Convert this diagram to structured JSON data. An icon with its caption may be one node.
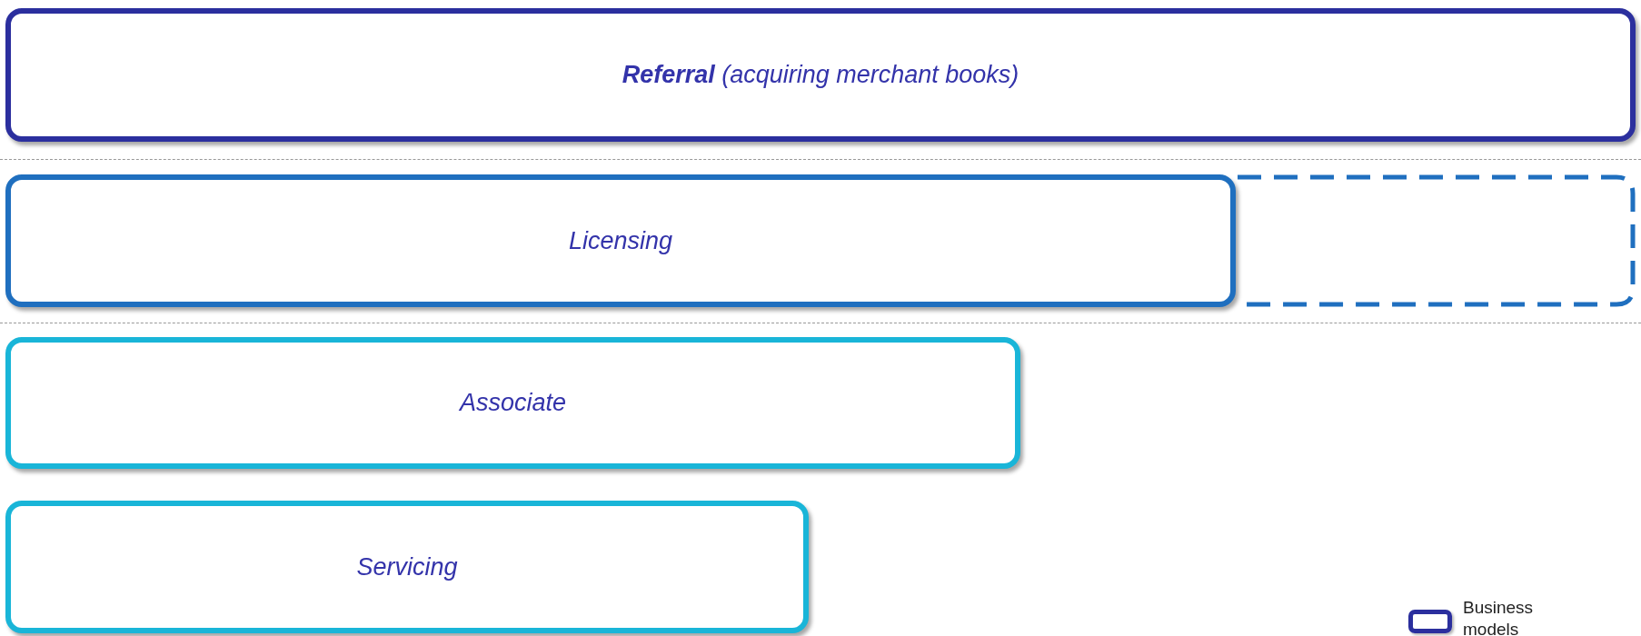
{
  "diagram": {
    "nodes": [
      {
        "text": [
          "**Referral** (acquiring merchant books)"
        ]
      },
      {
        "text": [
          "Licensing"
        ]
      },
      {
        "text": [],
        "shape": "box"
      },
      {
        "text": [
          "Associate"
        ]
      },
      {
        "text": [
          "Servicing"
        ]
      }
    ],
    "legend": [
      {
        "text": "Business models"
      }
    ]
  }
}
